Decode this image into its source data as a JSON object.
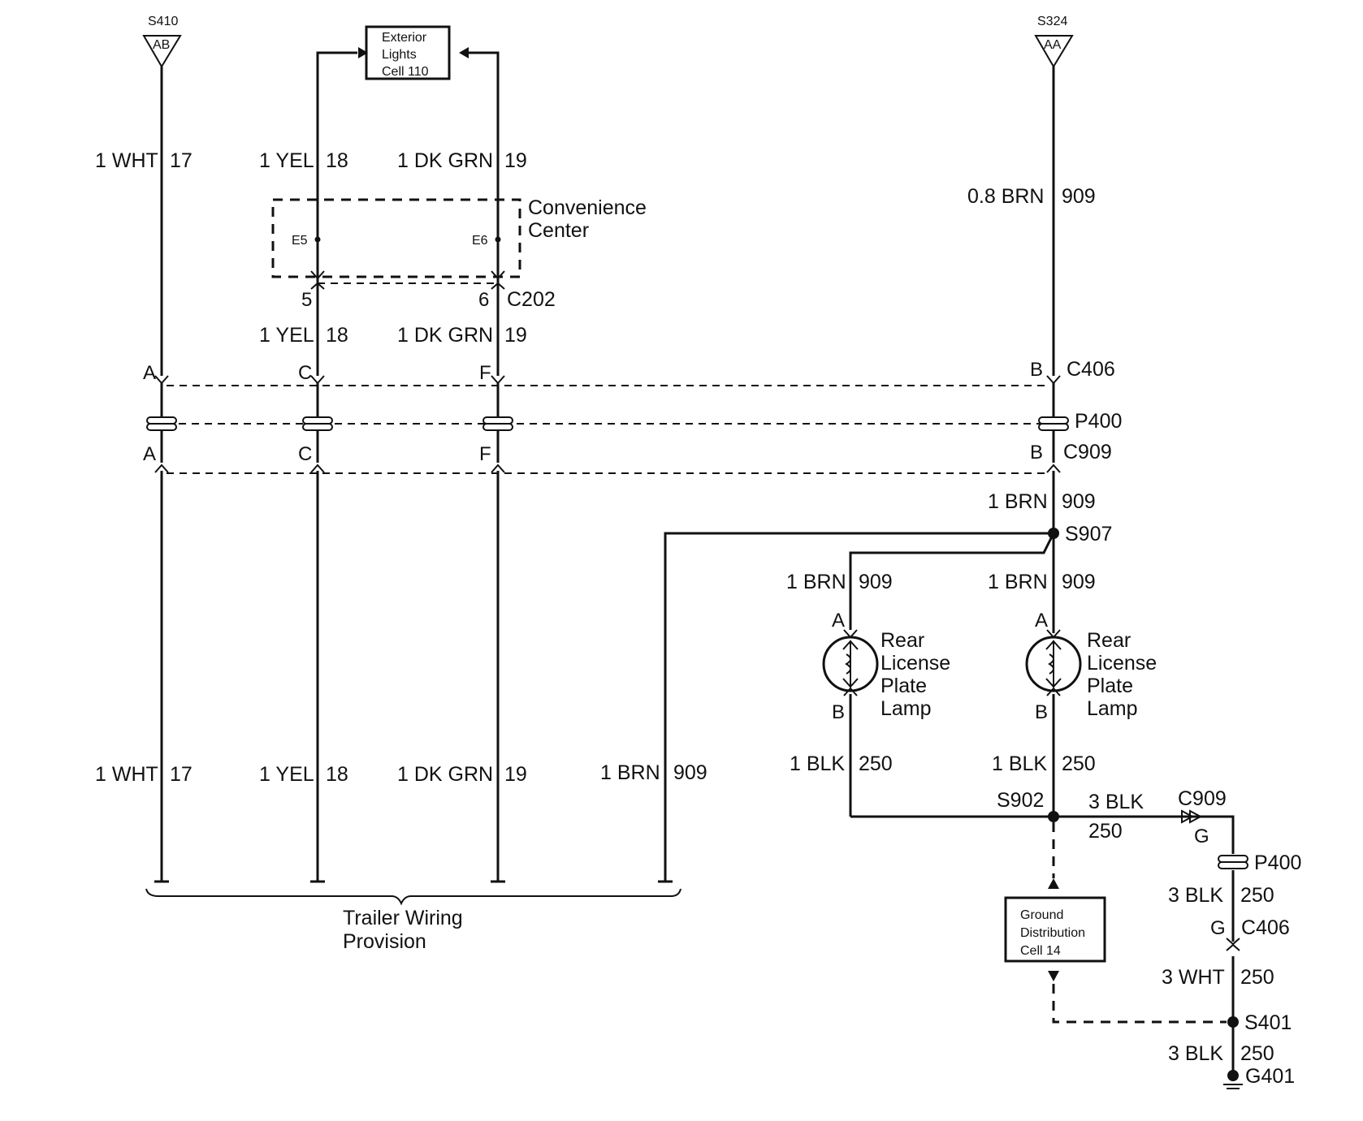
{
  "splices_top": {
    "s410": "S410",
    "s410_id": "AB",
    "s324": "S324",
    "s324_id": "AA"
  },
  "ref_exterior": [
    "Exterior",
    "Lights",
    "Cell 110"
  ],
  "convenience_center": {
    "line1": "Convenience",
    "line2": "Center",
    "e5": "E5",
    "e6": "E6"
  },
  "c202": {
    "name": "C202",
    "pin5": "5",
    "pin6": "6"
  },
  "c406": "C406",
  "p400": "P400",
  "c909": "C909",
  "pins": {
    "a": "A",
    "b": "B",
    "c": "C",
    "f": "F",
    "g": "G"
  },
  "wires": {
    "wht_size": "1 WHT",
    "wht_ckt": "17",
    "yel_size": "1 YEL",
    "yel_ckt": "18",
    "grn_size": "1 DK GRN",
    "grn_ckt": "19",
    "brn08_size": "0.8 BRN",
    "brn_size": "1 BRN",
    "brn_ckt": "909",
    "blk1_size": "1 BLK",
    "blk_ckt": "250",
    "blk3_size": "3 BLK",
    "wht3_size": "3 WHT"
  },
  "splices": {
    "s907": "S907",
    "s902": "S902",
    "s401": "S401",
    "g401": "G401"
  },
  "lamp_label": [
    "Rear",
    "License",
    "Plate",
    "Lamp"
  ],
  "trailer": {
    "line1": "Trailer Wiring",
    "line2": "Provision"
  },
  "ground_ref": [
    "Ground",
    "Distribution",
    "Cell 14"
  ]
}
